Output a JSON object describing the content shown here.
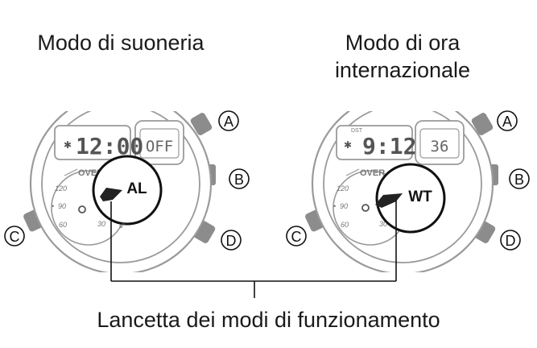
{
  "left_panel": {
    "title": "Modo di suoneria",
    "lcd_time": "12:00",
    "lcd_sub": "OFF",
    "dial_label": "OVER",
    "dial_120": "120",
    "dial_90": "90",
    "dial_60": "60",
    "dial_30": "30",
    "hand_label": "AL"
  },
  "right_panel": {
    "title_line1": "Modo di ora",
    "title_line2": "internazionale",
    "dst_label": "DST",
    "lcd_time": "9:12",
    "lcd_sub": "36",
    "dial_label": "OVER",
    "dial_120": "120",
    "dial_90": "90",
    "dial_60": "60",
    "dial_30": "30",
    "hand_label": "WT"
  },
  "buttons": {
    "a": "A",
    "b": "B",
    "c": "C",
    "d": "D"
  },
  "caption": "Lancetta dei modi di funzionamento",
  "colors": {
    "watch_outline": "#9a9a9a",
    "crown_fill": "#8c8c8c",
    "text": "#1a1a1a",
    "hand": "#222222"
  }
}
